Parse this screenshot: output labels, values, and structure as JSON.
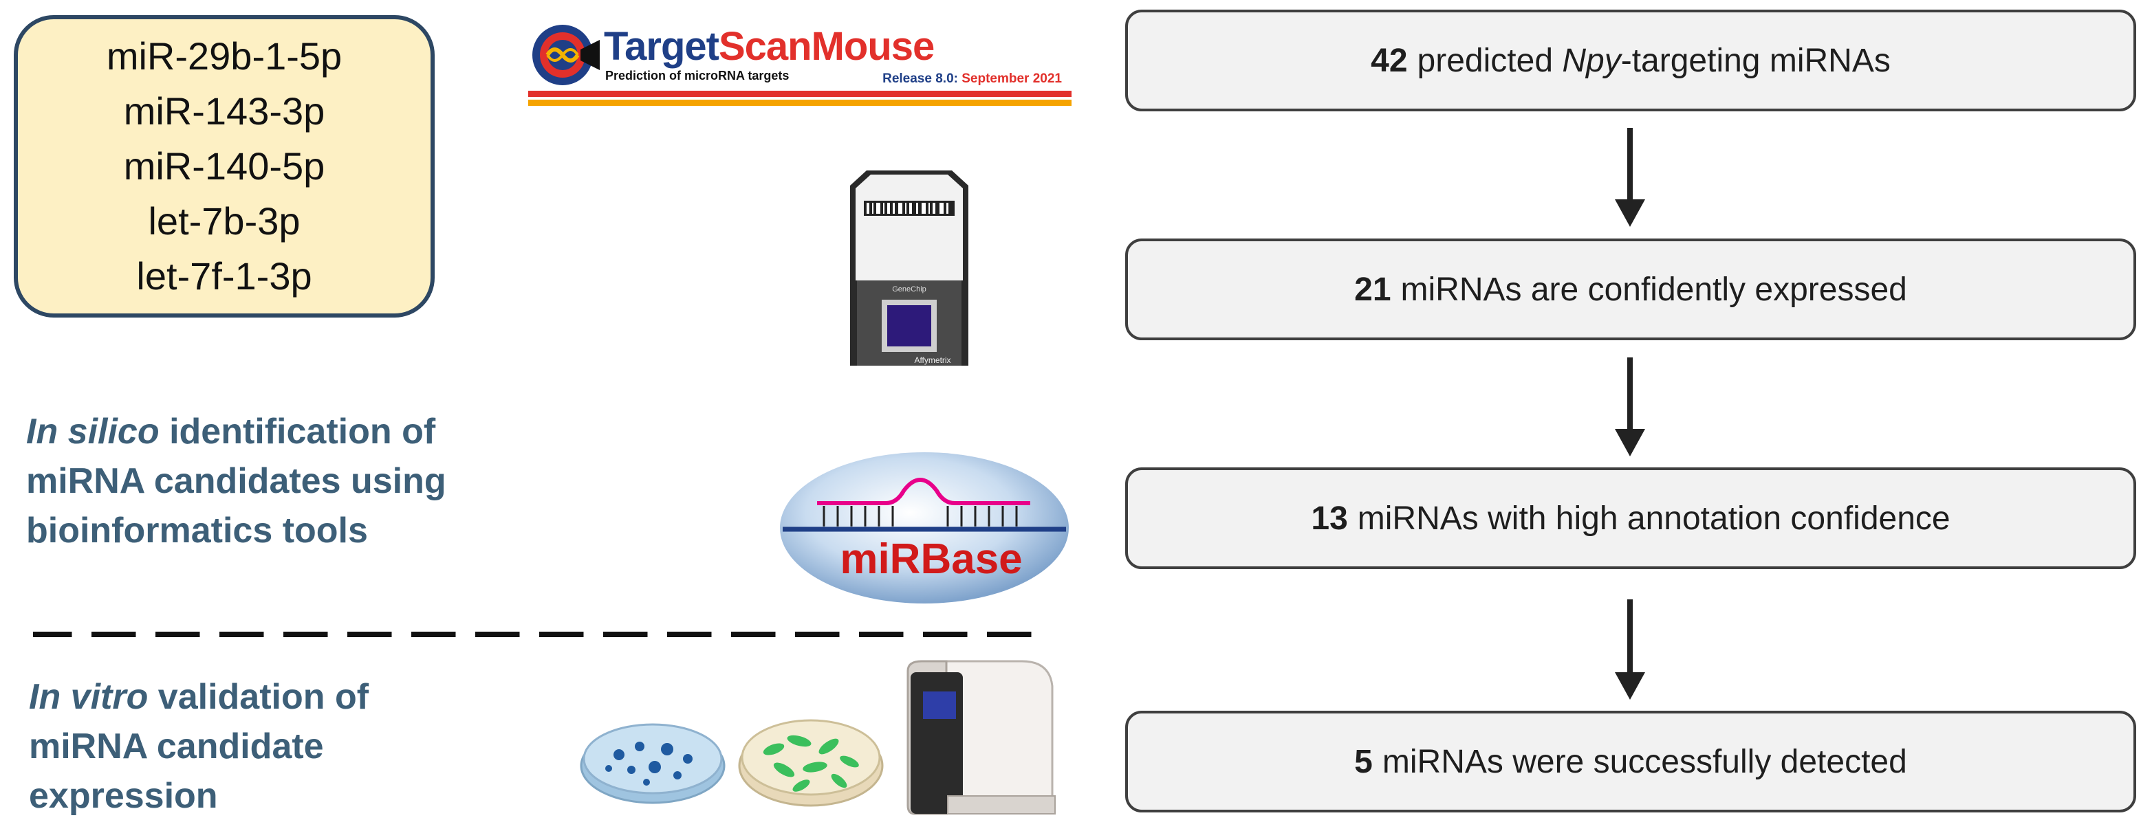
{
  "candidates": {
    "items": [
      "miR-29b-1-5p",
      "miR-143-3p",
      "miR-140-5p",
      "let-7b-3p",
      "let-7f-1-3p"
    ]
  },
  "captions": {
    "silico": {
      "italic": "In silico",
      "line1_rest": "identification of",
      "line2": "miRNA candidates using",
      "line3": "bioinformatics tools"
    },
    "vitro": {
      "italic": "In vitro",
      "line1_rest": "validation of",
      "line2": "miRNA candidate",
      "line3": "expression"
    }
  },
  "targetscan": {
    "title_part1": "Target",
    "title_part2": "ScanMouse",
    "subtitle": "Prediction of microRNA targets",
    "release_label": "Release 8.0:",
    "release_date": "September 2021"
  },
  "chip": {
    "brand": "GeneChip",
    "maker": "Affymetrix"
  },
  "mirbase": {
    "label": "miRBase"
  },
  "flow": [
    {
      "count": "42",
      "pre": "predicted",
      "gene": "Npy",
      "post": "-targeting miRNAs"
    },
    {
      "count": "21",
      "text": "miRNAs are confidently expressed"
    },
    {
      "count": "13",
      "text": "miRNAs with high annotation confidence"
    },
    {
      "count": "5",
      "text": "miRNAs were successfully detected"
    }
  ],
  "colors": {
    "box_fill": "#fdf0c4",
    "box_border": "#2d4763",
    "caption": "#3d5f78",
    "flow_fill": "#f2f2f2",
    "accent_red": "#e2302b",
    "accent_blue": "#1f3f87"
  }
}
